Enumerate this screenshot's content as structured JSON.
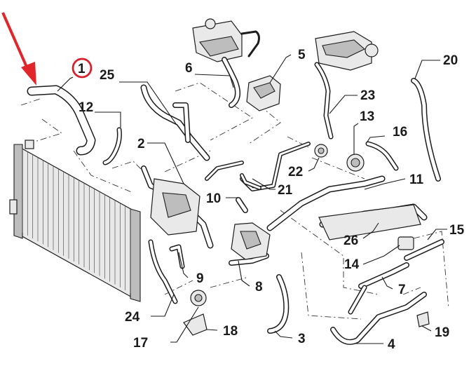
{
  "labels": [
    "1",
    "2",
    "3",
    "4",
    "5",
    "6",
    "7",
    "8",
    "9",
    "10",
    "11",
    "12",
    "13",
    "14",
    "15",
    "16",
    "17",
    "18",
    "19",
    "20",
    "21",
    "22",
    "23",
    "24",
    "25",
    "26"
  ],
  "colors": {
    "ink": "#1a1a1a",
    "arrow": "#e0262b",
    "highlight_circle": "#d8202a",
    "part_fill": "#e9e9e9"
  },
  "highlighted_label": "1"
}
